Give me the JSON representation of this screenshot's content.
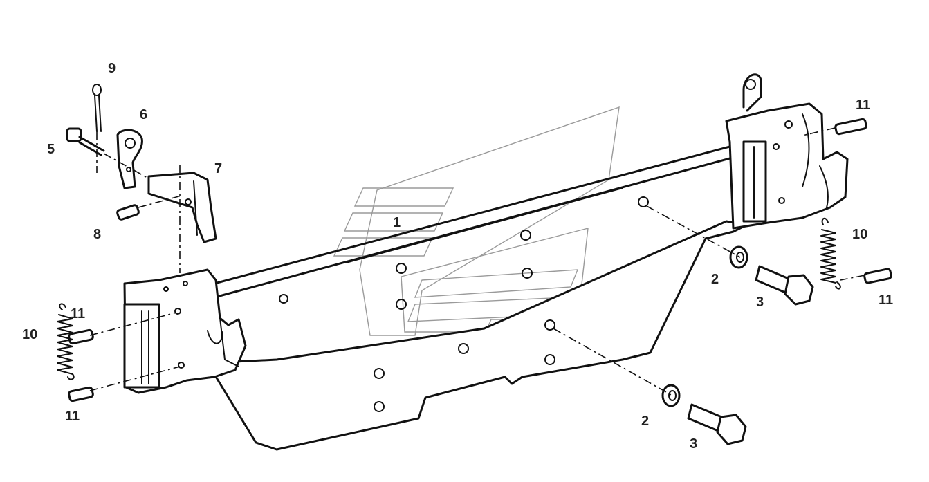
{
  "labels": {
    "p1": "1",
    "p2a": "2",
    "p2b": "2",
    "p3a": "3",
    "p3b": "3",
    "p5": "5",
    "p6": "6",
    "p7": "7",
    "p8": "8",
    "p9": "9",
    "p10a": "10",
    "p10b": "10",
    "p11a": "11",
    "p11b": "11",
    "p11c": "11",
    "p11d": "11"
  }
}
